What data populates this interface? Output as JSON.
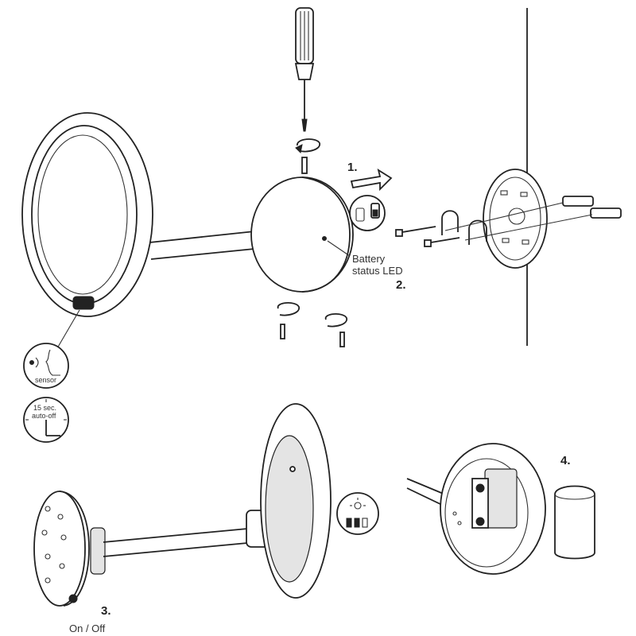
{
  "steps": {
    "step1": "1.",
    "step2": "2.",
    "step3": "3.",
    "step4": "4."
  },
  "labels": {
    "battery_led_line1": "Battery",
    "battery_led_line2": "status LED",
    "sensor": "sensor",
    "timer_line1": "15 sec.",
    "timer_line2": "auto-off",
    "on_off": "On / Off"
  },
  "icons": {
    "sensor": "sensor-face-icon",
    "timer": "clock-timer-icon",
    "battery_swap": "battery-replace-icon",
    "brightness": "brightness-level-icon",
    "screwdriver": "screwdriver-icon",
    "screw": "screw-icon",
    "wall_plug": "wall-plug-icon"
  },
  "colors": {
    "ink": "#222222",
    "background": "#ffffff",
    "light_fill": "#e4e4e4"
  }
}
